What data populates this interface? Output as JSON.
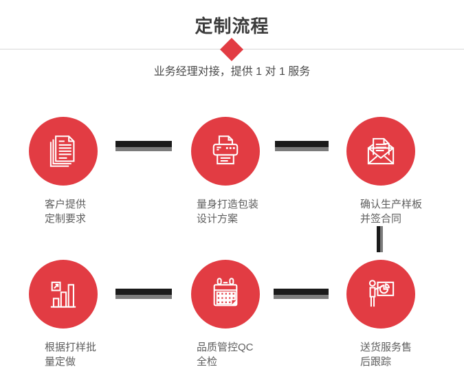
{
  "header": {
    "title": "定制流程",
    "subtitle": "业务经理对接，提供 1 对 1 服务"
  },
  "colors": {
    "accent_red": "#e23c43",
    "connector_dark": "#1a1a1a",
    "connector_gray": "#7b7b7b",
    "divider_gray": "#d8d8d8",
    "title_text": "#3b3b3b",
    "label_text": "#5e5e5e"
  },
  "steps": [
    {
      "icon": "documents-icon",
      "lines": [
        "客户提供",
        "定制要求"
      ]
    },
    {
      "icon": "printer-icon",
      "lines": [
        "量身打造包装",
        "设计方案"
      ]
    },
    {
      "icon": "envelope-letter-icon",
      "lines": [
        "确认生产样板",
        "并签合同"
      ]
    },
    {
      "icon": "bar-chart-growth-icon",
      "lines": [
        "根据打样批",
        "量定做"
      ]
    },
    {
      "icon": "calendar-icon",
      "lines": [
        "品质管控QC",
        "全检"
      ]
    },
    {
      "icon": "presentation-pie-icon",
      "lines": [
        "送货服务售",
        "后跟踪"
      ]
    }
  ]
}
